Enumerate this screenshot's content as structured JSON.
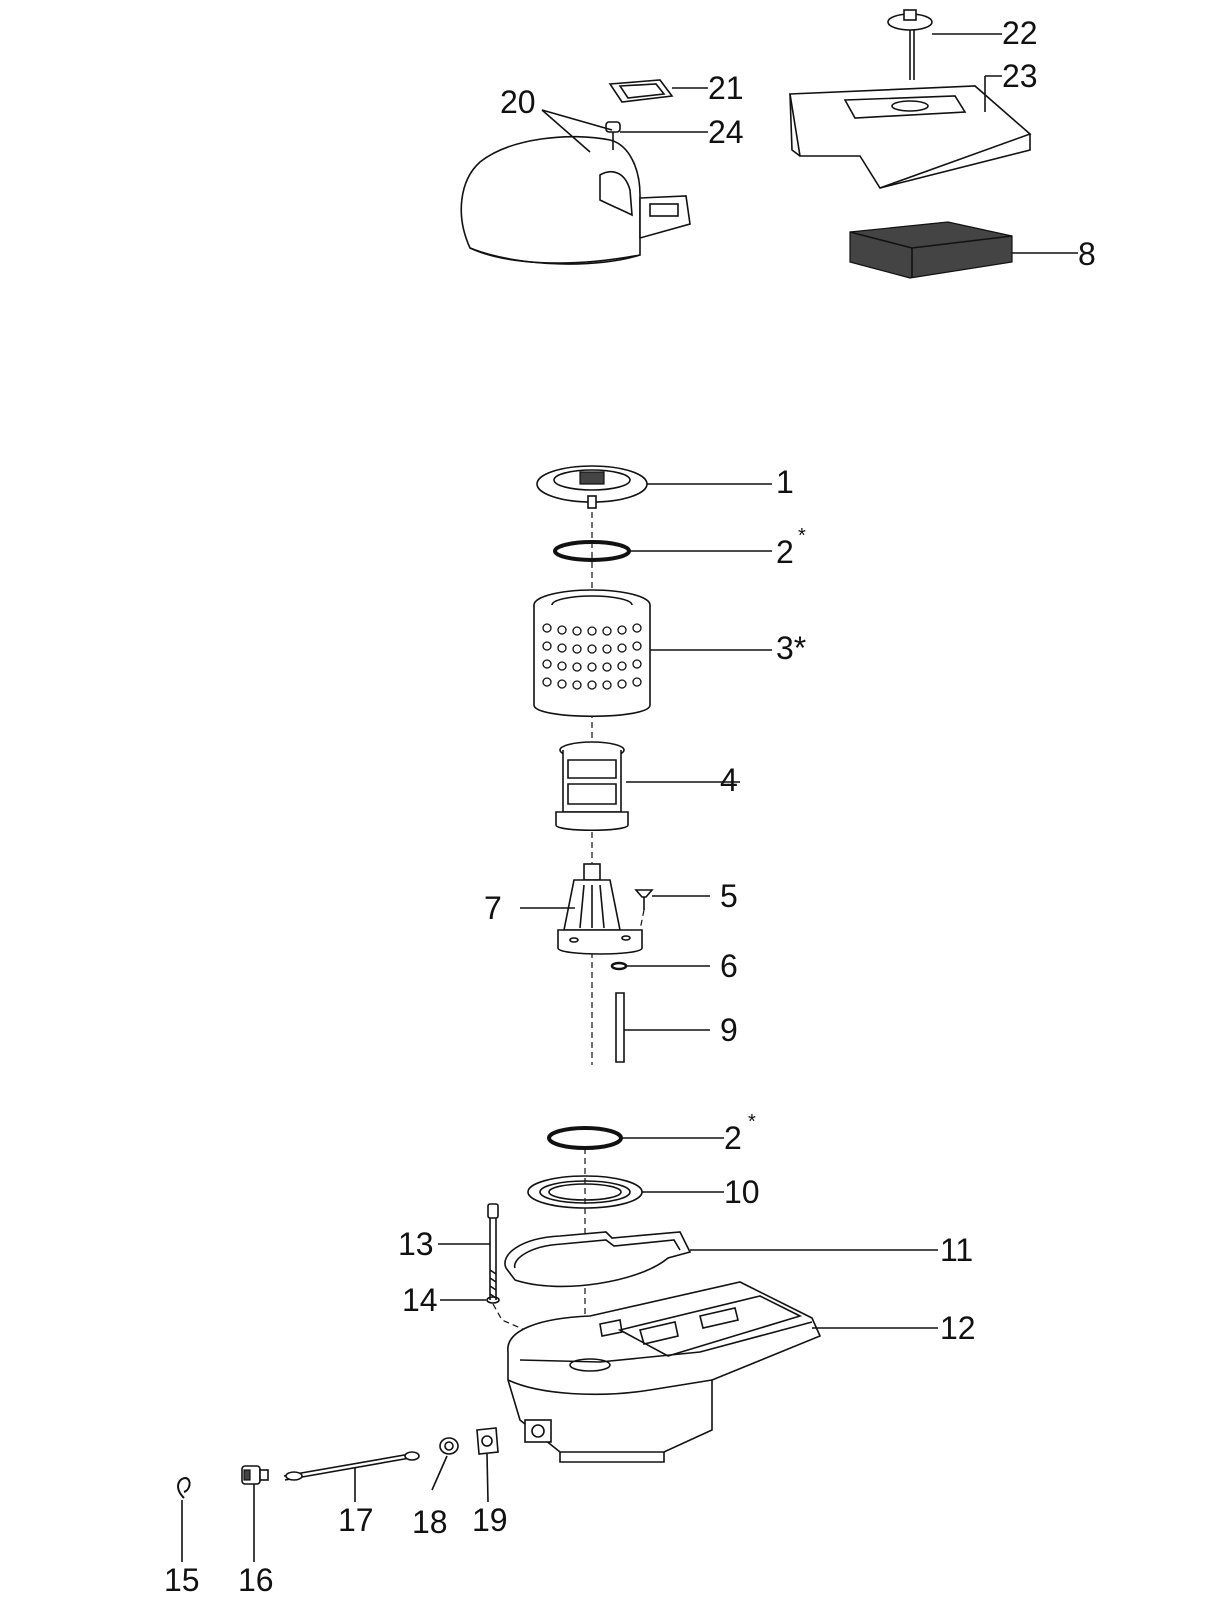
{
  "labels": {
    "p1": "1",
    "p2a": "2",
    "p2a_mark": "*",
    "p3": "3*",
    "p4": "4",
    "p5": "5",
    "p6": "6",
    "p7": "7",
    "p8": "8",
    "p9": "9",
    "p2b": "2",
    "p2b_mark": "*",
    "p10": "10",
    "p11": "11",
    "p12": "12",
    "p13": "13",
    "p14": "14",
    "p15": "15",
    "p16": "16",
    "p17": "17",
    "p18": "18",
    "p19": "19",
    "p20": "20",
    "p21": "21",
    "p22": "22",
    "p23": "23",
    "p24": "24"
  },
  "colors": {
    "line": "#111111",
    "background": "#ffffff"
  }
}
